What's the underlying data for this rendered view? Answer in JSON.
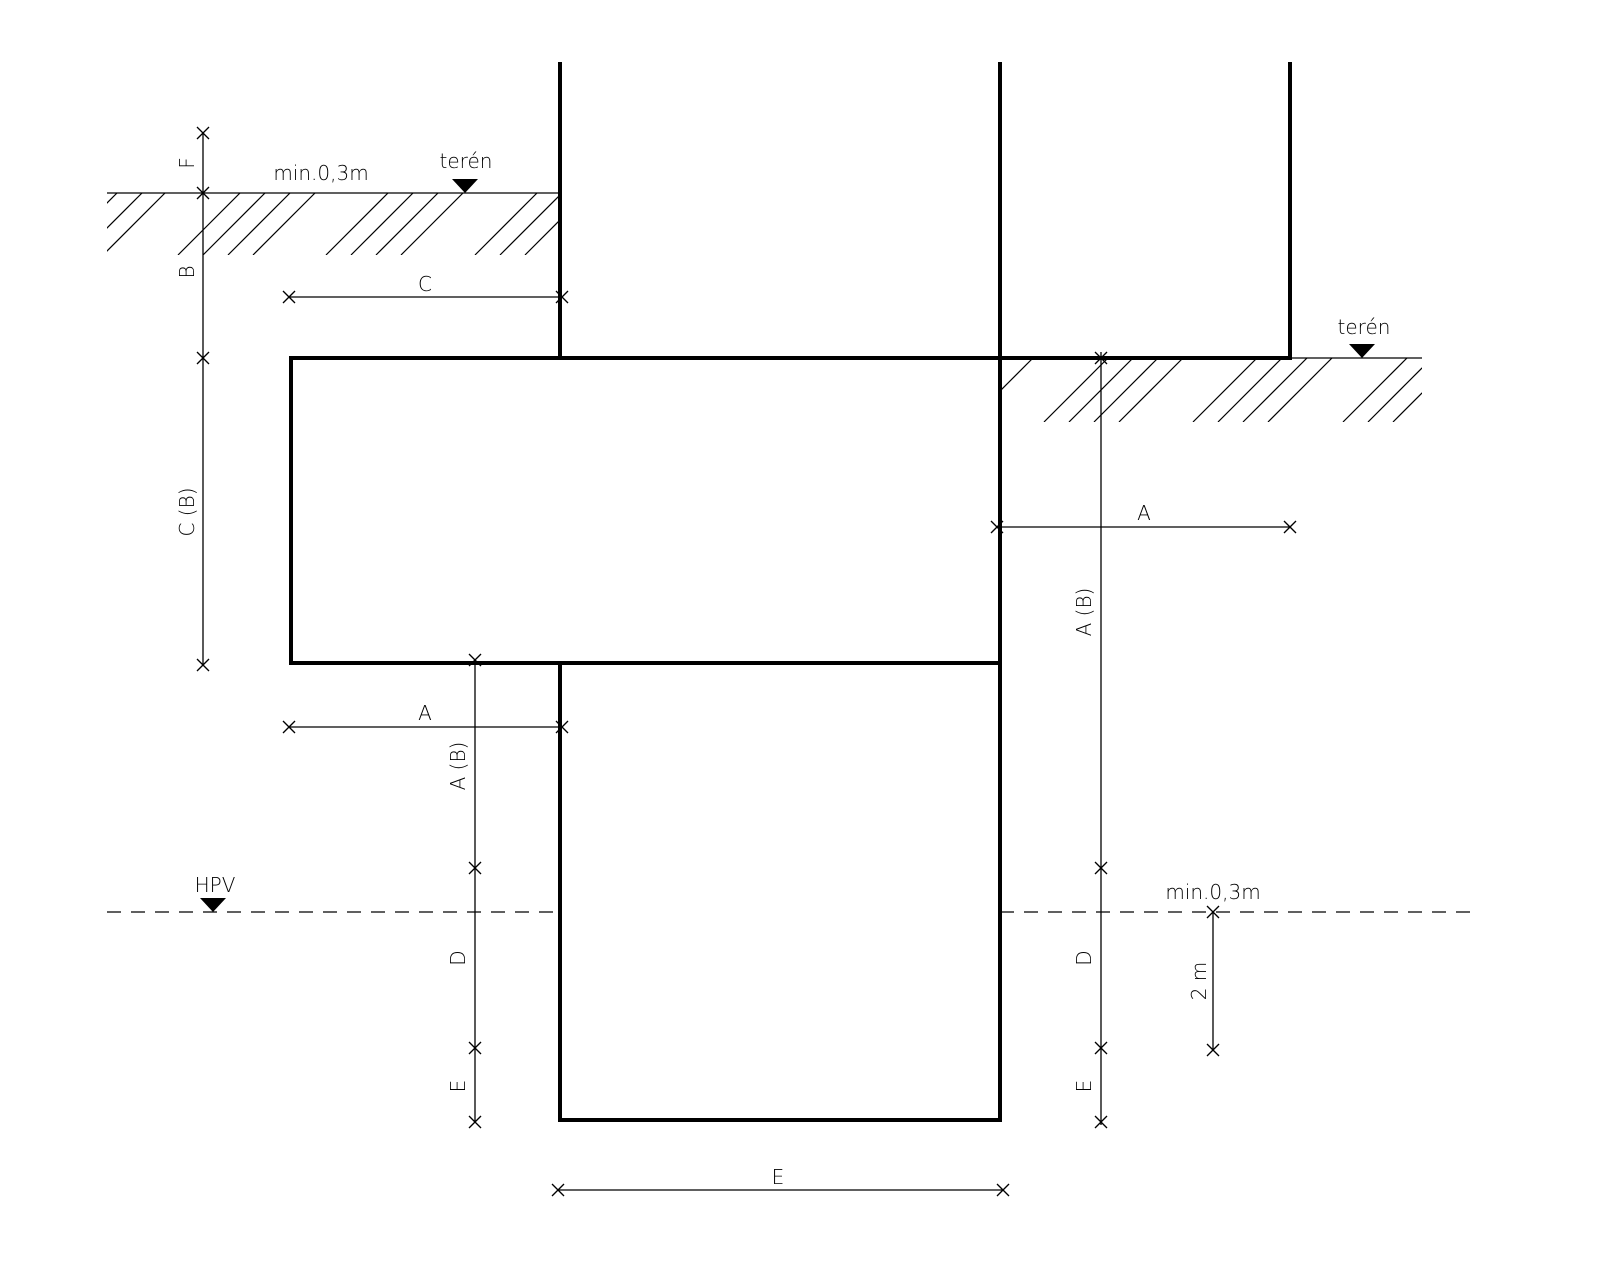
{
  "labels": {
    "terrain_left": "terén",
    "terrain_right": "terén",
    "min_left": "min.0,3m",
    "min_right": "min.0,3m",
    "hpv": "HPV",
    "dim_f": "F",
    "dim_b": "B",
    "dim_c_b": "C (B)",
    "dim_c": "C",
    "dim_a_left": "A",
    "dim_a_b_left": "A (B)",
    "dim_d_left": "D",
    "dim_e_left": "E",
    "dim_a_right": "A",
    "dim_a_b_right": "A (B)",
    "dim_d_right": "D",
    "dim_e_right": "E",
    "dim_2m": "2 m",
    "dim_e_bottom": "E"
  }
}
